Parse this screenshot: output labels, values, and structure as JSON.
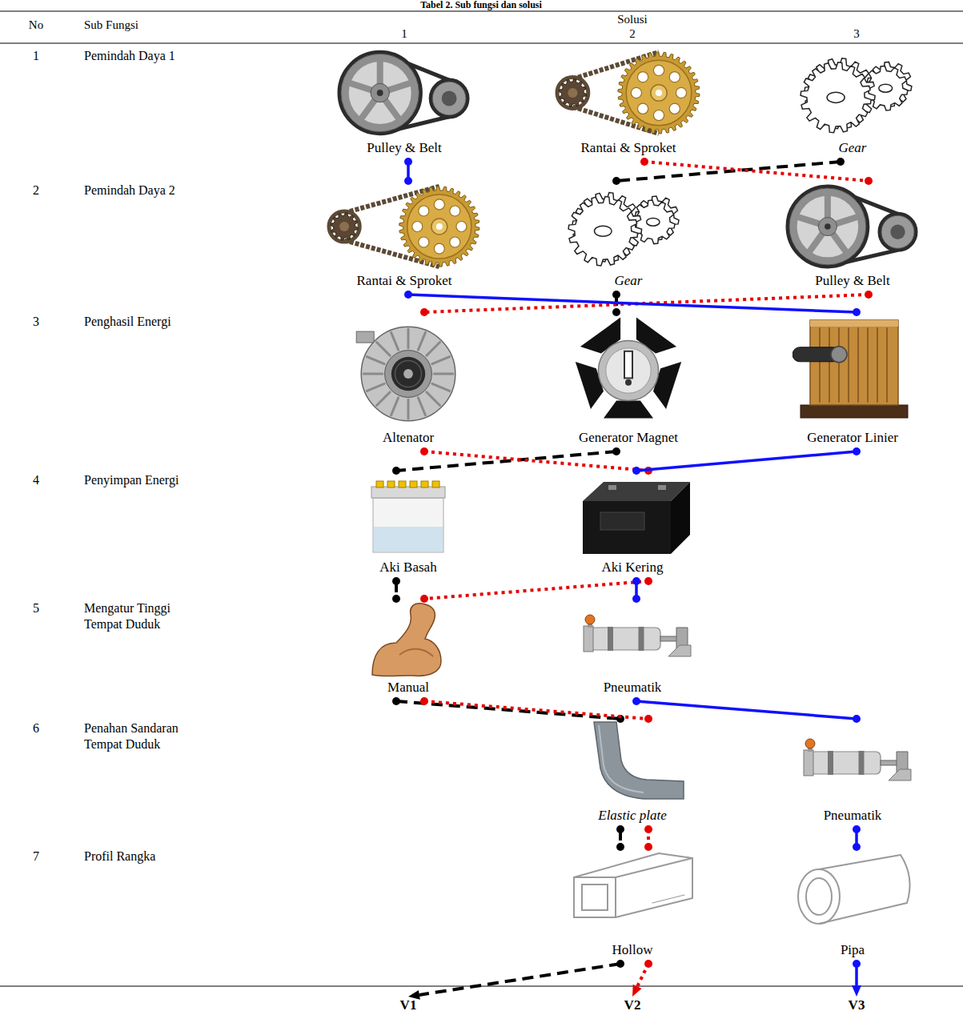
{
  "diagram": {
    "title": "Tabel 2. Sub fungsi dan solusi",
    "nodes": [
      {
        "text": [
          "Pulley & Belt"
        ]
      },
      {
        "text": [
          "Rantai & Sproket"
        ]
      },
      {
        "text": [
          "Gear"
        ]
      },
      {
        "text": [
          "Rantai & Sproket"
        ]
      },
      {
        "text": [
          "Gear"
        ]
      },
      {
        "text": [
          "Pulley & Belt"
        ]
      },
      {
        "text": [
          "Altenator"
        ]
      },
      {
        "text": [
          "Generator Magnet"
        ]
      },
      {
        "text": [
          "Generator Linier"
        ]
      },
      {
        "text": [
          "Aki Basah"
        ]
      },
      {
        "text": [
          "Aki Kering"
        ]
      },
      {
        "text": [
          "Manual"
        ]
      },
      {
        "text": [
          "Pneumatik"
        ]
      },
      {
        "text": [
          "Elastic plate"
        ]
      },
      {
        "text": [
          "Pneumatik"
        ]
      },
      {
        "text": [
          "Hollow"
        ]
      },
      {
        "text": [
          "Pipa"
        ]
      },
      {
        "text": [
          "V1"
        ]
      },
      {
        "text": [
          "V2"
        ]
      },
      {
        "text": [
          "V3"
        ]
      }
    ],
    "edges": [
      {
        "from": 2,
        "to": 4,
        "arrow": "none"
      },
      {
        "from": 4,
        "to": 7,
        "arrow": "none"
      },
      {
        "from": 7,
        "to": 9,
        "arrow": "none"
      },
      {
        "from": 9,
        "to": 11,
        "arrow": "none"
      },
      {
        "from": 11,
        "to": 13,
        "arrow": "none"
      },
      {
        "from": 13,
        "to": 15,
        "arrow": "none"
      },
      {
        "from": 15,
        "to": 17,
        "arrow": "to"
      },
      {
        "from": 1,
        "to": 5,
        "arrow": "none"
      },
      {
        "from": 5,
        "to": 6,
        "arrow": "none"
      },
      {
        "from": 6,
        "to": 10,
        "arrow": "none"
      },
      {
        "from": 10,
        "to": 11,
        "arrow": "none"
      },
      {
        "from": 11,
        "to": 13,
        "arrow": "none"
      },
      {
        "from": 13,
        "to": 15,
        "arrow": "none"
      },
      {
        "from": 15,
        "to": 18,
        "arrow": "to"
      },
      {
        "from": 0,
        "to": 3,
        "arrow": "none"
      },
      {
        "from": 3,
        "to": 8,
        "arrow": "none"
      },
      {
        "from": 8,
        "to": 10,
        "arrow": "none"
      },
      {
        "from": 10,
        "to": 12,
        "arrow": "none"
      },
      {
        "from": 12,
        "to": 14,
        "arrow": "none"
      },
      {
        "from": 14,
        "to": 16,
        "arrow": "none"
      },
      {
        "from": 16,
        "to": 19,
        "arrow": "to"
      }
    ],
    "labels": [
      "No",
      "Sub Fungsi",
      "Solusi",
      "1",
      "2",
      "3",
      "1",
      "Pemindah Daya 1",
      "2",
      "Pemindah Daya 2",
      "3",
      "Penghasil Energi",
      "4",
      "Penyimpan Energi",
      "5",
      "Mengatur Tinggi Tempat Duduk",
      "6",
      "Penahan Sandaran Tempat Duduk",
      "7",
      "Profil Rangka"
    ]
  }
}
